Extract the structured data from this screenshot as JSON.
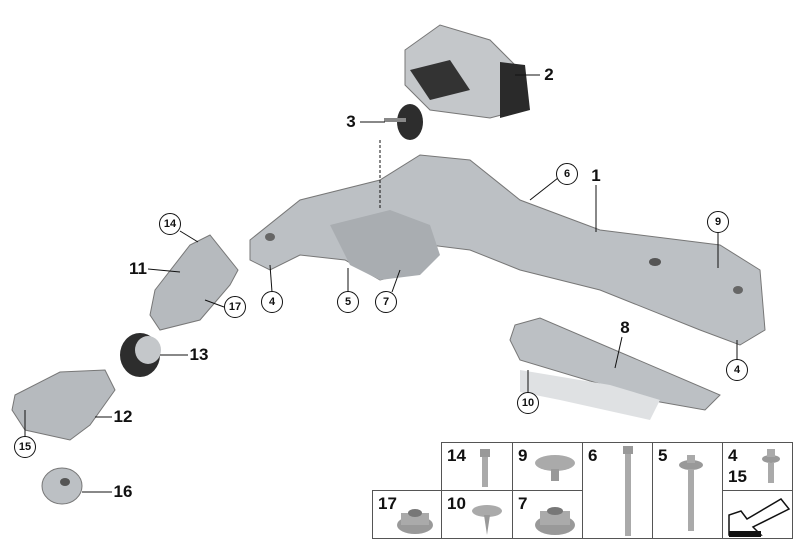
{
  "diagram": {
    "callouts": [
      {
        "id": "1",
        "style": "plain"
      },
      {
        "id": "2",
        "style": "plain"
      },
      {
        "id": "3",
        "style": "plain"
      },
      {
        "id": "4",
        "style": "circle"
      },
      {
        "id": "5",
        "style": "circle"
      },
      {
        "id": "6",
        "style": "circle"
      },
      {
        "id": "7",
        "style": "circle"
      },
      {
        "id": "8",
        "style": "plain"
      },
      {
        "id": "9",
        "style": "circle"
      },
      {
        "id": "4",
        "style": "circle"
      },
      {
        "id": "10",
        "style": "circle"
      },
      {
        "id": "11",
        "style": "plain"
      },
      {
        "id": "12",
        "style": "plain"
      },
      {
        "id": "13",
        "style": "plain"
      },
      {
        "id": "14",
        "style": "circle"
      },
      {
        "id": "15",
        "style": "circle"
      },
      {
        "id": "16",
        "style": "plain"
      },
      {
        "id": "17",
        "style": "circle"
      }
    ],
    "fastener_table": [
      {
        "label": "14",
        "part": "bolt"
      },
      {
        "label": "9",
        "part": "clip"
      },
      {
        "label": "6",
        "part": "long-bolt"
      },
      {
        "label": "5",
        "part": "washer-bolt"
      },
      {
        "label": "4",
        "label2": "15",
        "part": "small-bolt"
      },
      {
        "label": "17",
        "part": "nut"
      },
      {
        "label": "10",
        "part": "screw-washer"
      },
      {
        "label": "7",
        "part": "nut"
      }
    ],
    "colors": {
      "part": "#b8bcc0",
      "part_dark": "#6e7378",
      "line": "#111111"
    }
  }
}
